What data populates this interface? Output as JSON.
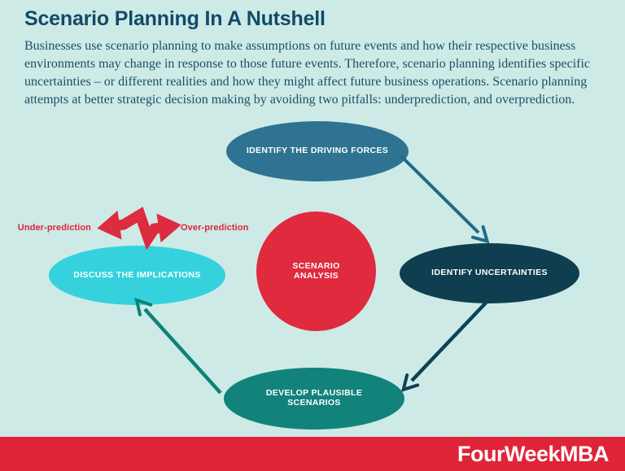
{
  "header": {
    "title": "Scenario Planning In A Nutshell",
    "description": "Businesses use scenario planning to make assumptions on future events and how their respective business environments may change in response to those future events. Therefore, scenario planning identifies specific uncertainties – or different realities and how they might affect future business operations. Scenario planning attempts at better strategic decision making by avoiding two pitfalls: underprediction, and overprediction."
  },
  "diagram": {
    "nodes": {
      "driving_forces": {
        "label": "IDENTIFY THE DRIVING FORCES",
        "color": "#2e7492"
      },
      "uncertainties": {
        "label": "IDENTIFY UNCERTAINTIES",
        "color": "#0e3e50"
      },
      "scenarios": {
        "label": "DEVELOP PLAUSIBLE SCENARIOS",
        "color": "#12837a"
      },
      "implications": {
        "label": "DISCUSS THE IMPLICATIONS",
        "color": "#35d2de"
      },
      "analysis": {
        "label": "SCENARIO ANALYSIS",
        "color": "#e02a3e"
      }
    },
    "annotations": {
      "under_prediction": "Under-prediction",
      "over_prediction": "Over-prediction",
      "label_color": "#e0243c"
    },
    "arrows": {
      "forces_to_uncertainties": "#1e6b86",
      "uncertainties_to_scenarios": "#0e4255",
      "scenarios_to_implications": "#0c8376",
      "zigzag": "#dd2b40"
    }
  },
  "footer": {
    "brand": "FourWeekMBA",
    "bar_color": "#e02438"
  },
  "colors": {
    "background": "#cdeae6",
    "title_text": "#134a68",
    "body_text": "#1d4e66"
  }
}
